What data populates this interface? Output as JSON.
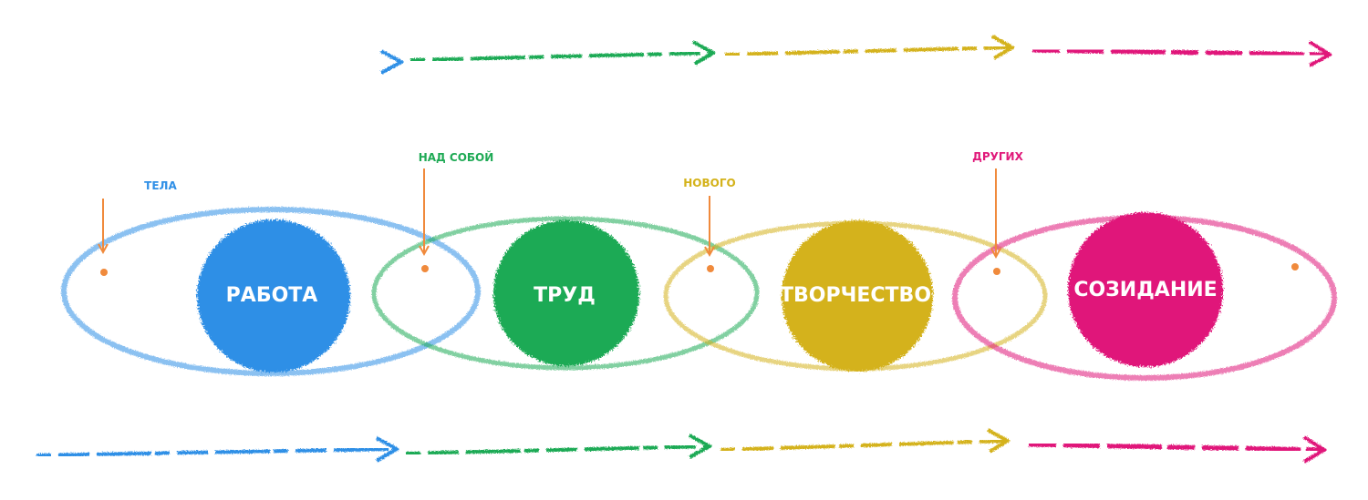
{
  "stages": [
    {
      "label": "РАБОТА",
      "top_label": "ТЕЛА",
      "color": "#2f8fe6"
    },
    {
      "label": "ТРУД",
      "top_label": "НАД СОБОЙ",
      "color": "#1faa55"
    },
    {
      "label": "ТВОРЧЕСТВО",
      "top_label": "НОВОГО",
      "color": "#d4b21a"
    },
    {
      "label": "СОЗИДАНИЕ",
      "top_label": "ДРУГИХ",
      "color": "#e0197a"
    }
  ],
  "marker_color": "#f08a3c"
}
